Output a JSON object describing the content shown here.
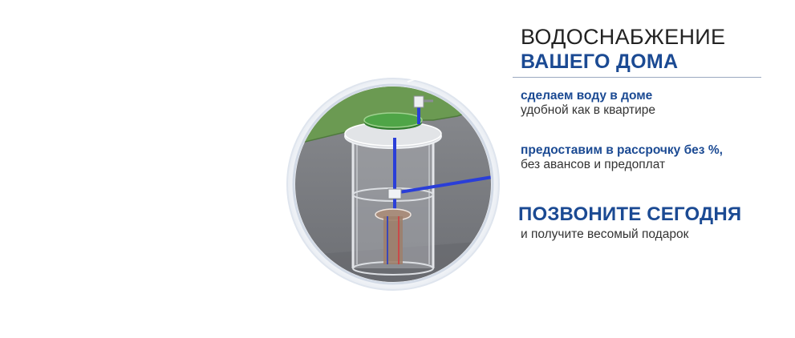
{
  "headline": {
    "line1": "ВОДОСНАБЖЕНИЕ",
    "line2": "ВАШЕГО ДОМА"
  },
  "features": [
    {
      "strong": "сделаем воду в доме",
      "plain": "удобной как в квартире"
    },
    {
      "strong": "предоставим в рассрочку без %,",
      "plain": "без авансов и предоплат"
    }
  ],
  "cta": {
    "title": "ПОЗВОНИТЕ СЕГОДНЯ",
    "subtitle": "и получите весомый подарок"
  },
  "colors": {
    "brand_blue": "#1b4a93",
    "text_dark": "#222222",
    "grass": "#6b9a52",
    "soil": "#7b7d82",
    "pipe": "#2a3ed8"
  },
  "icons": [
    "well-illustration-icon",
    "tap-icon",
    "pump-icon",
    "water-pipe-icon"
  ]
}
